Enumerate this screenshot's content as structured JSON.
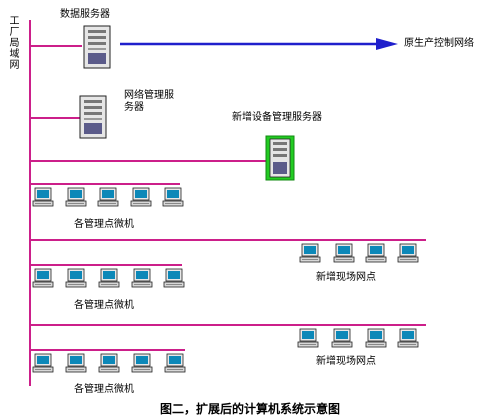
{
  "backbone_label": "工厂局域网",
  "nodes": {
    "data_server": "数据服务器",
    "network_mgmt_server_line1": "网络管理服",
    "network_mgmt_server_line2": "务器",
    "new_device_mgmt_server": "新增设备管理服务器",
    "original_network": "原生产控制网络",
    "workstations_1": "各管理点微机",
    "workstations_2": "各管理点微机",
    "workstations_3": "各管理点微机",
    "new_site_1": "新增现场网点",
    "new_site_2": "新增现场网点"
  },
  "caption": "图二，扩展后的计算机系统示意图",
  "colors": {
    "backbone": "#cc1f8a",
    "link_to_original": "#1f1fcc",
    "new_server": "#22cc22",
    "computer_screen": "#0c88b8"
  }
}
